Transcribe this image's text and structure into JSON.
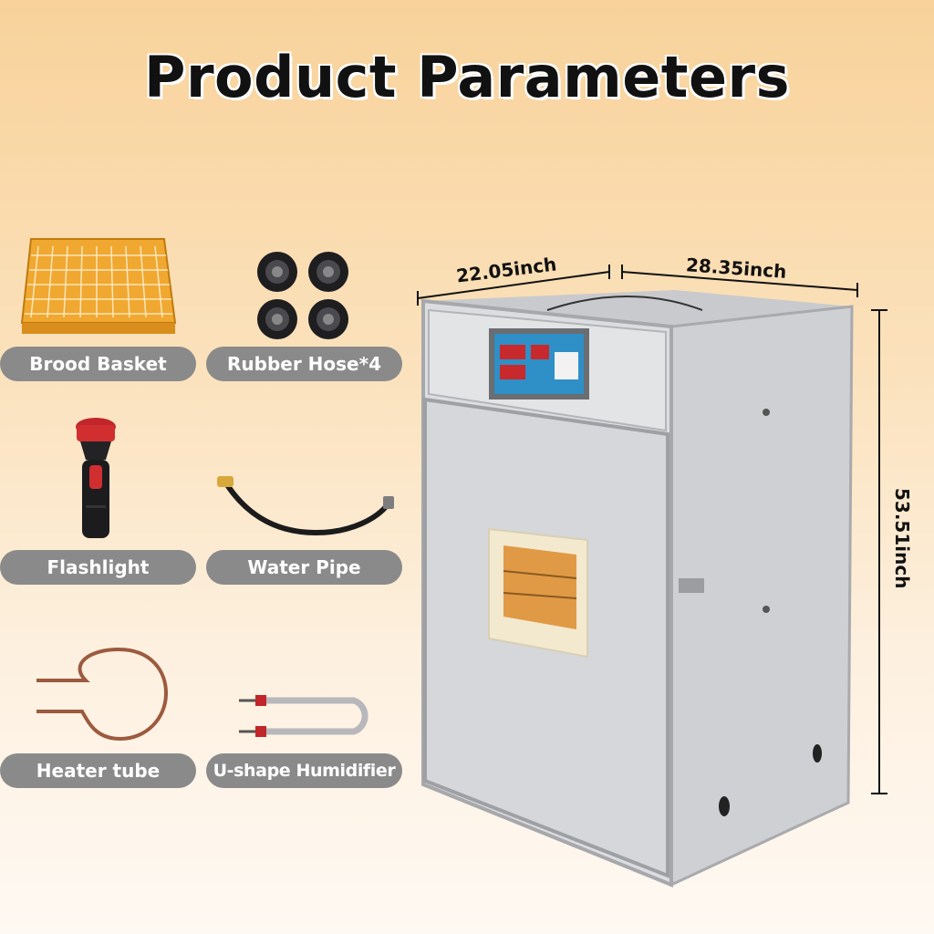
{
  "title": "Product Parameters",
  "accessories": [
    {
      "label": "Brood Basket",
      "icon": "brood-basket-icon"
    },
    {
      "label": "Rubber Hose*4",
      "icon": "rubber-hose-icon"
    },
    {
      "label": "Flashlight",
      "icon": "flashlight-icon"
    },
    {
      "label": "Water Pipe",
      "icon": "water-pipe-icon"
    },
    {
      "label": "Heater tube",
      "icon": "heater-tube-icon"
    },
    {
      "label": "U-shape Humidifier",
      "icon": "u-shape-humidifier-icon"
    }
  ],
  "dimensions": {
    "width": "22.05inch",
    "depth": "28.35inch",
    "height": "53.51inch"
  },
  "colors": {
    "pill": "#8a8a8a",
    "basket": "#f0a830",
    "cabinet": "#d9dadc"
  }
}
